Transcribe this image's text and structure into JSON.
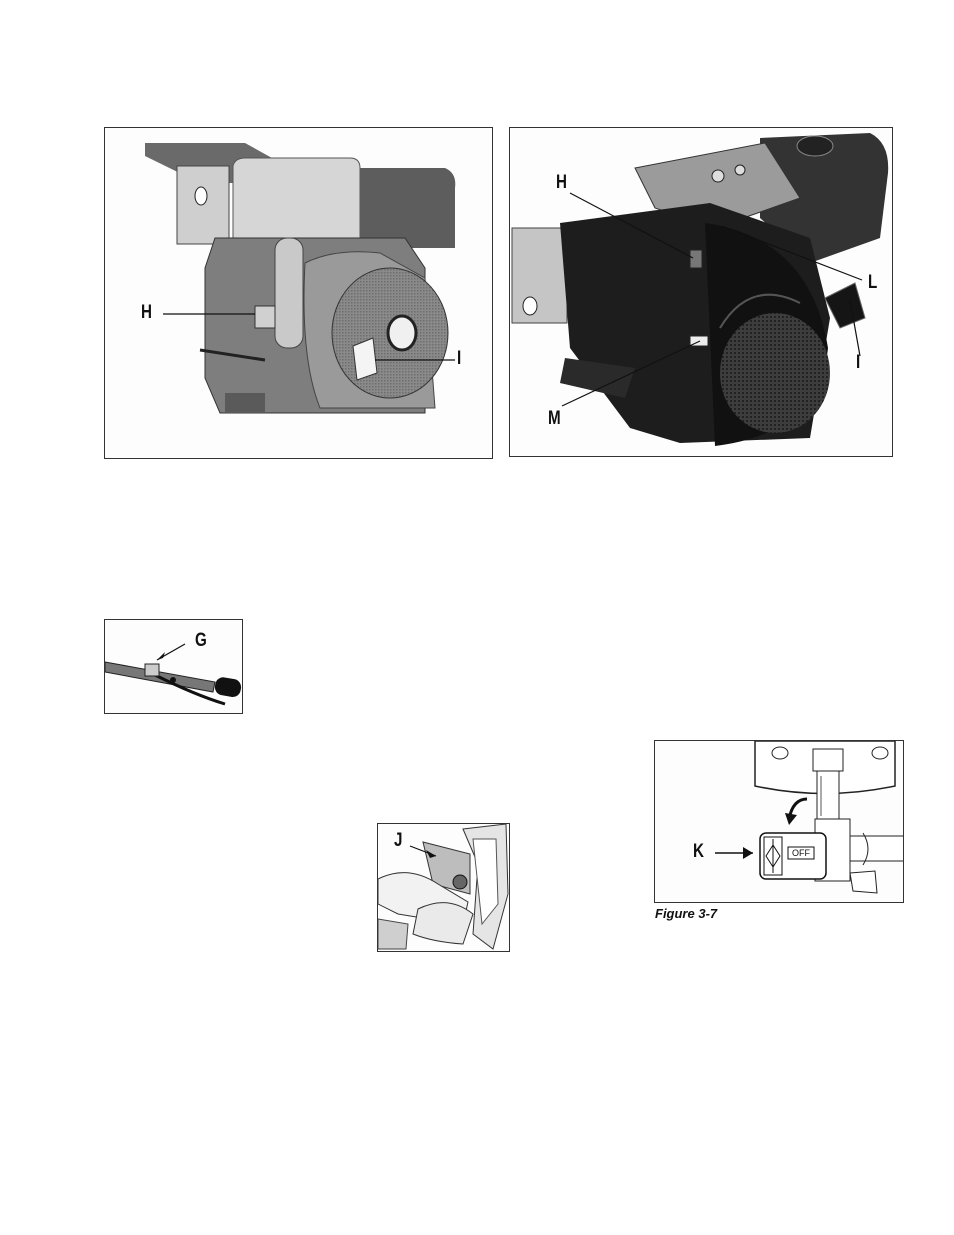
{
  "figures": {
    "engine_left": {
      "labels": {
        "h": "H",
        "i": "I"
      }
    },
    "engine_right": {
      "labels": {
        "h": "H",
        "l": "L",
        "i": "I",
        "m": "M"
      }
    },
    "handle": {
      "labels": {
        "g": "G"
      }
    },
    "primer": {
      "labels": {
        "j": "J"
      }
    },
    "fuel_valve": {
      "labels": {
        "k": "K",
        "valve_off": "OFF"
      },
      "caption": "Figure 3-7"
    }
  }
}
